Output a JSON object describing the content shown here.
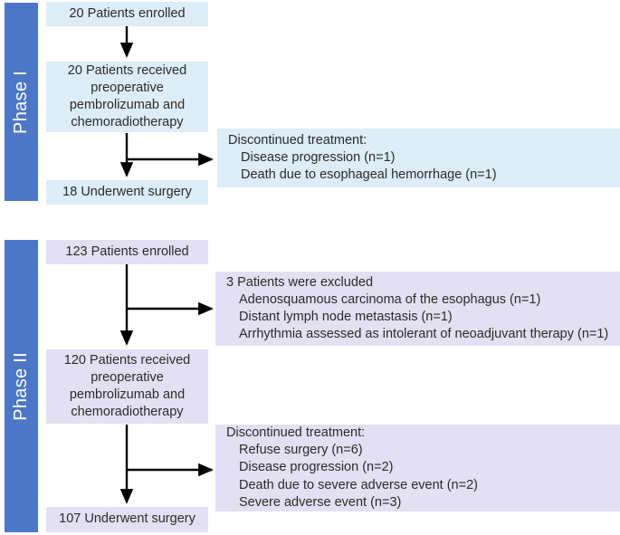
{
  "colors": {
    "phase_bar": "#4c77c6",
    "phase_i_box": "#dcedf8",
    "phase_ii_box": "#e3e0f3",
    "arrow": "#000000",
    "text": "#2b2b2b"
  },
  "phases": [
    {
      "id": "phase-i",
      "label": "Phase I",
      "enrolled": {
        "text": "20 Patients enrolled"
      },
      "treatment": {
        "lines": [
          "20 Patients received",
          "preoperative",
          "pembrolizumab and",
          "chemoradiotherapy"
        ]
      },
      "discontinued": {
        "heading": "Discontinued treatment:",
        "items": [
          "Disease progression (n=1)",
          "Death due to esophageal hemorrhage (n=1)"
        ]
      },
      "surgery": {
        "text": "18 Underwent surgery"
      }
    },
    {
      "id": "phase-ii",
      "label": "Phase II",
      "enrolled": {
        "text": "123 Patients enrolled"
      },
      "excluded": {
        "heading": "3 Patients were excluded",
        "items": [
          "Adenosquamous carcinoma of the esophagus (n=1)",
          "Distant lymph node metastasis (n=1)",
          "Arrhythmia assessed as intolerant of neoadjuvant therapy (n=1)"
        ]
      },
      "treatment": {
        "lines": [
          "120 Patients received",
          "preoperative",
          "pembrolizumab and",
          "chemoradiotherapy"
        ]
      },
      "discontinued": {
        "heading": "Discontinued treatment:",
        "items": [
          "Refuse surgery (n=6)",
          "Disease progression (n=2)",
          "Death due to severe adverse event (n=2)",
          "Severe adverse event (n=3)"
        ]
      },
      "surgery": {
        "text": "107 Underwent surgery"
      }
    }
  ]
}
